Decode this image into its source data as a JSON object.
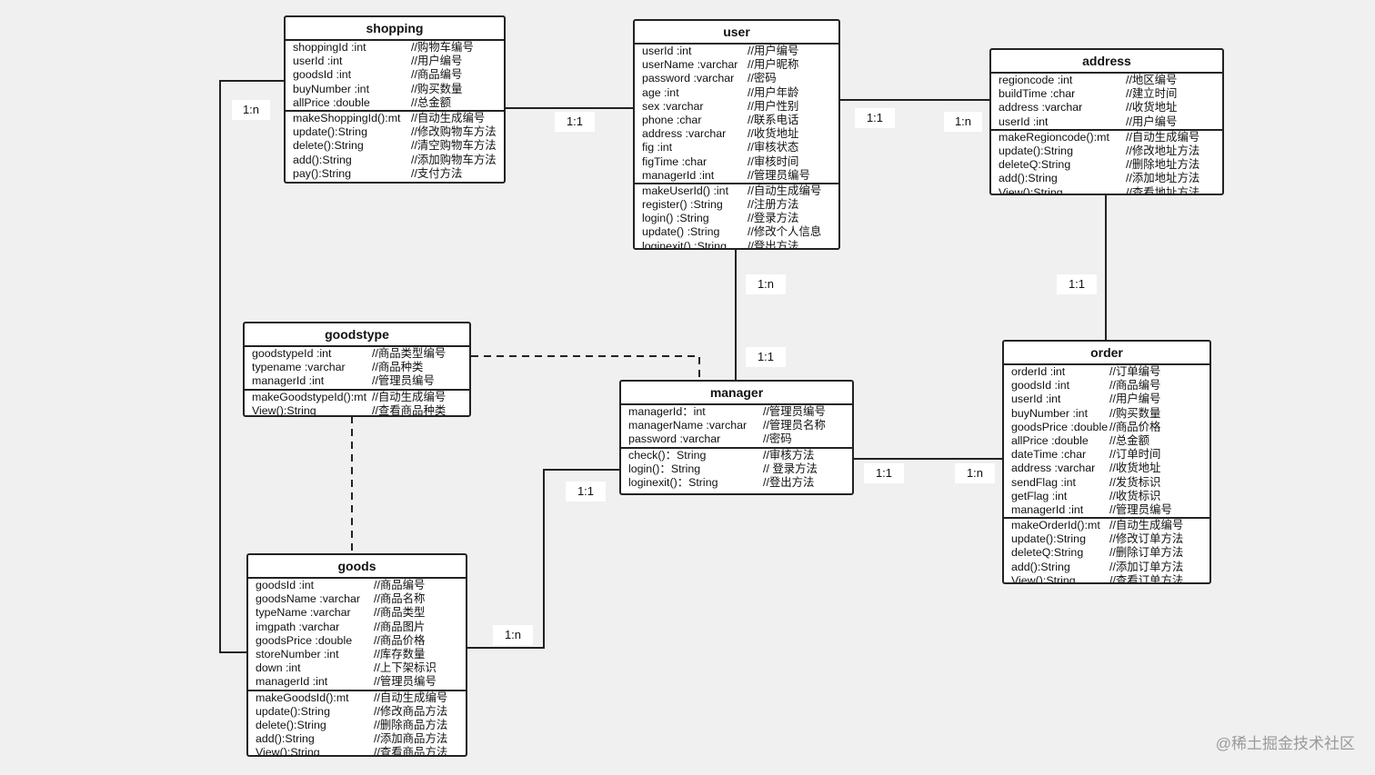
{
  "classes": [
    {
      "id": "shopping",
      "name": "shopping",
      "attributes": [
        {
          "decl": "shoppingId :int",
          "comment": "//购物车编号"
        },
        {
          "decl": "userId :int",
          "comment": "//用户编号"
        },
        {
          "decl": "goodsId :int",
          "comment": "//商品编号"
        },
        {
          "decl": "buyNumber :int",
          "comment": "//购买数量"
        },
        {
          "decl": "allPrice :double",
          "comment": "//总金额"
        }
      ],
      "methods": [
        {
          "decl": "makeShoppingId():mt",
          "comment": "//自动生成编号"
        },
        {
          "decl": "update():String",
          "comment": "//修改购物车方法"
        },
        {
          "decl": "delete():String",
          "comment": "//清空购物车方法"
        },
        {
          "decl": "add():String",
          "comment": "//添加购物车方法"
        },
        {
          "decl": "pay():String",
          "comment": "//支付方法"
        }
      ]
    },
    {
      "id": "user",
      "name": "user",
      "attributes": [
        {
          "decl": "userId :int",
          "comment": "//用户编号"
        },
        {
          "decl": "userName :varchar",
          "comment": "//用户昵称"
        },
        {
          "decl": "password :varchar",
          "comment": "//密码"
        },
        {
          "decl": "age :int",
          "comment": "//用户年龄"
        },
        {
          "decl": "sex :varchar",
          "comment": "//用户性别"
        },
        {
          "decl": "phone :char",
          "comment": "//联系电话"
        },
        {
          "decl": "address :varchar",
          "comment": "//收货地址"
        },
        {
          "decl": "fig :int",
          "comment": "//审核状态"
        },
        {
          "decl": "figTime :char",
          "comment": "//审核时间"
        },
        {
          "decl": "managerId :int",
          "comment": "//管理员编号"
        }
      ],
      "methods": [
        {
          "decl": "makeUserId() :int",
          "comment": "//自动生成编号"
        },
        {
          "decl": "register() :String",
          "comment": "//注册方法"
        },
        {
          "decl": "login() :String",
          "comment": "//登录方法"
        },
        {
          "decl": "update() :String",
          "comment": "//修改个人信息"
        },
        {
          "decl": "loginexit() :String",
          "comment": "//登出方法"
        }
      ]
    },
    {
      "id": "address",
      "name": "address",
      "attributes": [
        {
          "decl": "regioncode :int",
          "comment": "//地区编号"
        },
        {
          "decl": "buildTime :char",
          "comment": "//建立时间"
        },
        {
          "decl": "address :varchar",
          "comment": "//收货地址"
        },
        {
          "decl": "userId :int",
          "comment": "//用户编号"
        }
      ],
      "methods": [
        {
          "decl": "makeRegioncode():mt",
          "comment": "//自动生成编号"
        },
        {
          "decl": "update():String",
          "comment": "//修改地址方法"
        },
        {
          "decl": "deleteQ:String",
          "comment": "//删除地址方法"
        },
        {
          "decl": "add():String",
          "comment": "//添加地址方法"
        },
        {
          "decl": "View():String",
          "comment": "//查看地址方法"
        }
      ]
    },
    {
      "id": "goodstype",
      "name": "goodstype",
      "attributes": [
        {
          "decl": "goodstypeId :int",
          "comment": "//商品类型编号"
        },
        {
          "decl": "typename :varchar",
          "comment": "//商品种类"
        },
        {
          "decl": "managerId :int",
          "comment": "//管理员编号"
        }
      ],
      "methods": [
        {
          "decl": "makeGoodstypeId():mt",
          "comment": "//自动生成编号"
        },
        {
          "decl": "View():String",
          "comment": "//查看商品种类"
        }
      ]
    },
    {
      "id": "manager",
      "name": "manager",
      "attributes": [
        {
          "decl": "managerId：int",
          "comment": "//管理员编号"
        },
        {
          "decl": "managerName :varchar",
          "comment": "//管理员名称"
        },
        {
          "decl": "password :varchar",
          "comment": "//密码"
        }
      ],
      "methods": [
        {
          "decl": "check()：String",
          "comment": "//审核方法"
        },
        {
          "decl": "login()：String",
          "comment": "// 登录方法"
        },
        {
          "decl": "loginexit()：String",
          "comment": "//登出方法"
        }
      ]
    },
    {
      "id": "order",
      "name": "order",
      "attributes": [
        {
          "decl": "orderId :int",
          "comment": "//订单编号"
        },
        {
          "decl": "goodsId :int",
          "comment": "//商品编号"
        },
        {
          "decl": "userId :int",
          "comment": "//用户编号"
        },
        {
          "decl": "buyNumber :int",
          "comment": "//购买数量"
        },
        {
          "decl": "goodsPrice :double",
          "comment": "//商品价格"
        },
        {
          "decl": "allPrice :double",
          "comment": "//总金额"
        },
        {
          "decl": "dateTime :char",
          "comment": "//订单时间"
        },
        {
          "decl": "address :varchar",
          "comment": "//收货地址"
        },
        {
          "decl": "sendFlag :int",
          "comment": "//发货标识"
        },
        {
          "decl": "getFlag :int",
          "comment": "//收货标识"
        },
        {
          "decl": "managerId :int",
          "comment": "//管理员编号"
        }
      ],
      "methods": [
        {
          "decl": "makeOrderId():mt",
          "comment": "//自动生成编号"
        },
        {
          "decl": "update():String",
          "comment": "//修改订单方法"
        },
        {
          "decl": "deleteQ:String",
          "comment": "//删除订单方法"
        },
        {
          "decl": "add():String",
          "comment": "//添加订单方法"
        },
        {
          "decl": "View():String",
          "comment": "//查看订单方法"
        }
      ]
    },
    {
      "id": "goods",
      "name": "goods",
      "attributes": [
        {
          "decl": "goodsId :int",
          "comment": "//商品编号"
        },
        {
          "decl": "goodsName :varchar",
          "comment": "//商品名称"
        },
        {
          "decl": "typeName :varchar",
          "comment": "//商品类型"
        },
        {
          "decl": "imgpath :varchar",
          "comment": "//商品图片"
        },
        {
          "decl": "goodsPrice :double",
          "comment": "//商品价格"
        },
        {
          "decl": "storeNumber :int",
          "comment": "//库存数量"
        },
        {
          "decl": "down :int",
          "comment": "//上下架标识"
        },
        {
          "decl": "managerId :int",
          "comment": "//管理员编号"
        }
      ],
      "methods": [
        {
          "decl": "makeGoodsId():mt",
          "comment": "//自动生成编号"
        },
        {
          "decl": "update():String",
          "comment": "//修改商品方法"
        },
        {
          "decl": "delete():String",
          "comment": "//删除商品方法"
        },
        {
          "decl": "add():String",
          "comment": "//添加商品方法"
        },
        {
          "decl": "View():String",
          "comment": "//查看商品方法"
        }
      ]
    }
  ],
  "relation_labels": {
    "shopping_goods": "1:n",
    "shopping_user": "1:1",
    "user_address_near_user": "1:1",
    "user_address_near_address": "1:n",
    "user_manager": "1:n",
    "manager_user": "1:1",
    "address_order": "1:1",
    "manager_order_near_manager": "1:1",
    "manager_order_near_order": "1:n",
    "manager_goods_near_manager": "1:1",
    "manager_goods_near_goods": "1:n"
  },
  "watermark": "@稀土掘金技术社区"
}
